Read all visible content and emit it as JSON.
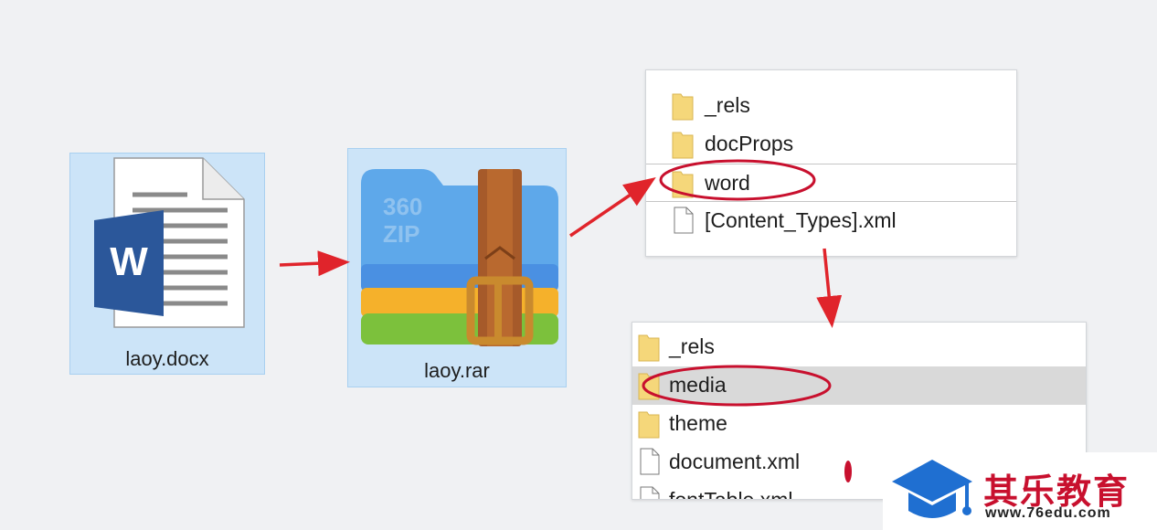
{
  "docx_tile": {
    "label": "laoy.docx",
    "icon": "word-document-icon",
    "brand_color": "#2b579a"
  },
  "rar_tile": {
    "label": "laoy.rar",
    "icon": "360zip-archive-icon",
    "badge": "360 ZIP"
  },
  "archive_panel": {
    "items": [
      {
        "label": "_rels",
        "icon": "folder-icon"
      },
      {
        "label": "docProps",
        "icon": "folder-icon"
      },
      {
        "label": "word",
        "icon": "folder-icon",
        "highlighted": true
      },
      {
        "label": "[Content_Types].xml",
        "icon": "file-icon"
      }
    ]
  },
  "word_folder_panel": {
    "items": [
      {
        "label": "_rels",
        "icon": "folder-icon"
      },
      {
        "label": "media",
        "icon": "folder-icon",
        "selected": true,
        "highlighted": true
      },
      {
        "label": "theme",
        "icon": "folder-icon"
      },
      {
        "label": "document.xml",
        "icon": "file-icon"
      },
      {
        "label": "fontTable.xml",
        "icon": "file-icon"
      }
    ]
  },
  "watermark": {
    "title": "其乐教育",
    "url": "www.76edu.com",
    "icon": "graduation-cap-icon"
  },
  "colors": {
    "arrow": "#e0242b",
    "highlight_ring": "#c8102e",
    "tile_bg": "#cce4f8",
    "folder": "#f5d77a",
    "selection": "#d9d9d9"
  }
}
